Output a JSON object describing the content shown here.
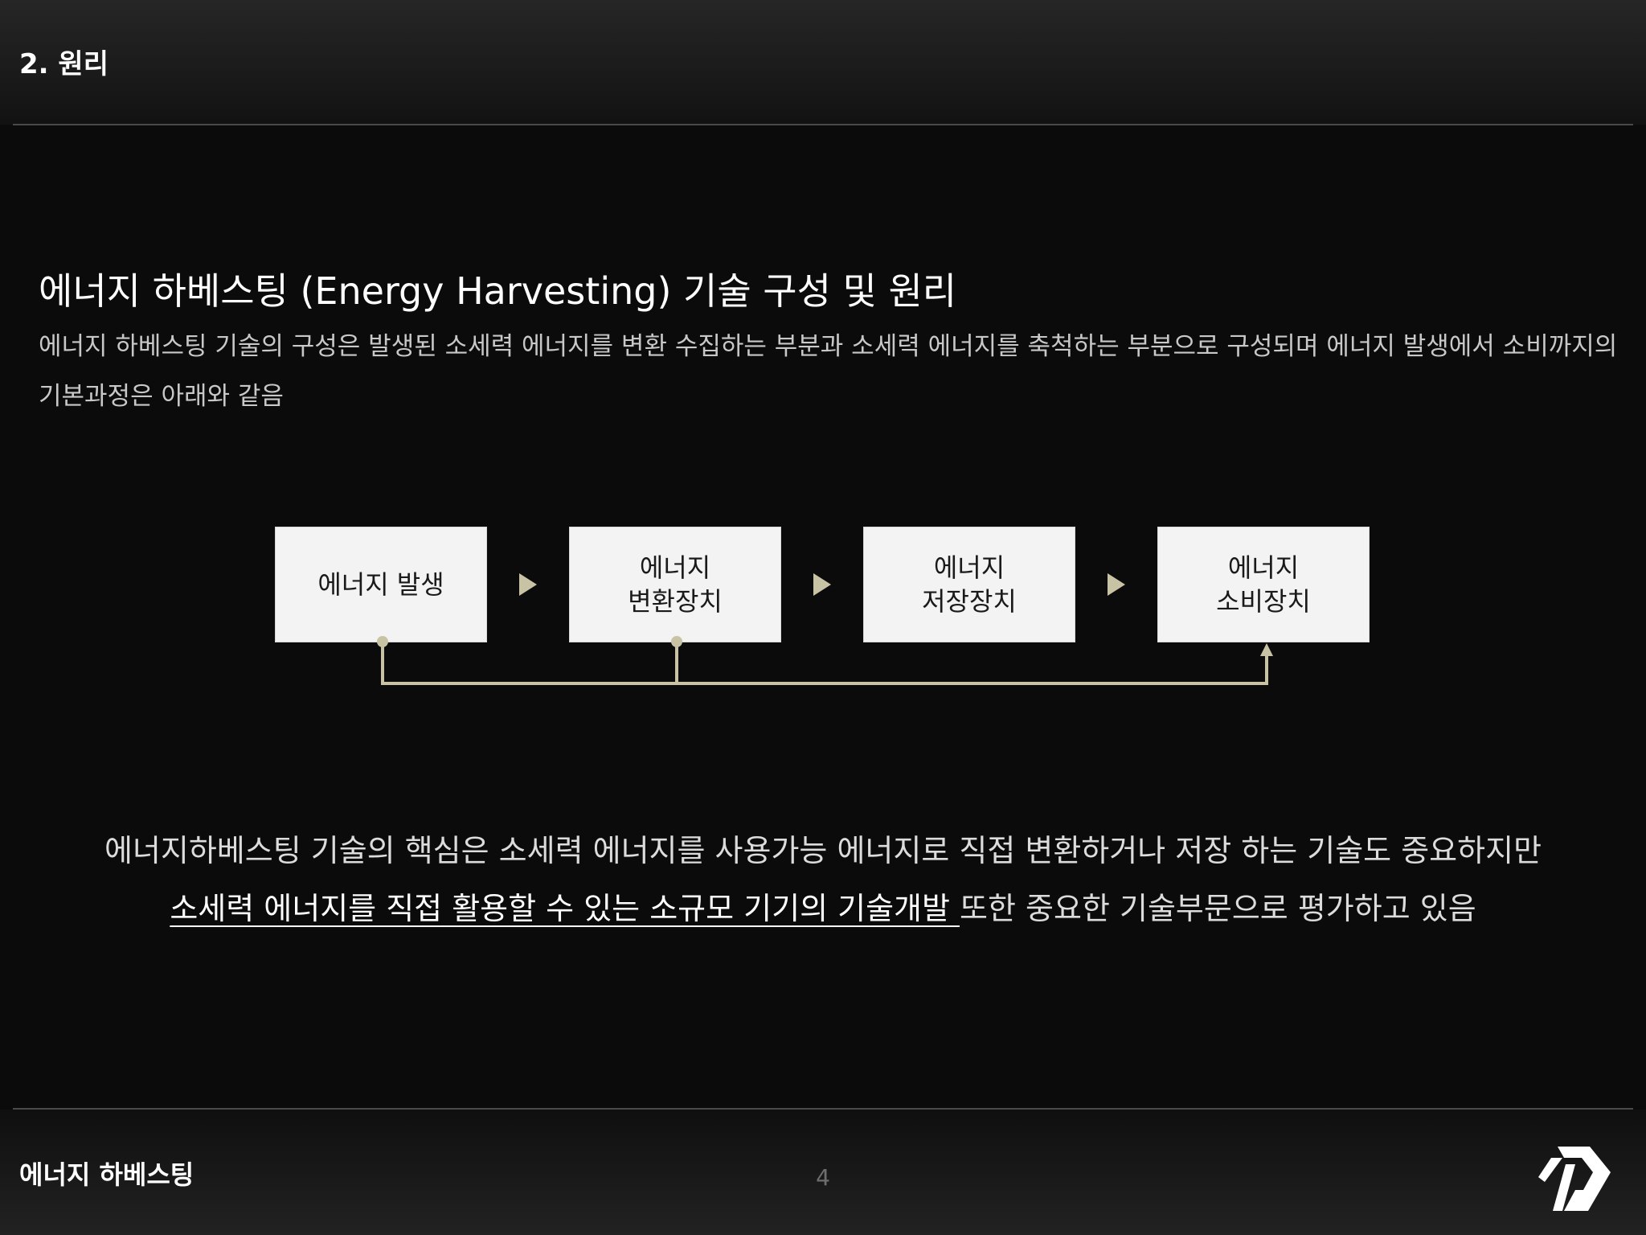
{
  "header": {
    "section_title": "2. 원리"
  },
  "content": {
    "heading": "에너지 하베스팅 (Energy Harvesting) 기술 구성 및 원리",
    "description": "에너지 하베스팅 기술의 구성은 발생된 소세력 에너지를 변환 수집하는 부분과 소세력 에너지를 축척하는 부분으로 구성되며 에너지 발생에서 소비까지의 기본과정은 아래와 같음"
  },
  "flow": {
    "steps": [
      {
        "line1": "에너지 발생",
        "line2": ""
      },
      {
        "line1": "에너지",
        "line2": "변환장치"
      },
      {
        "line1": "에너지",
        "line2": "저장장치"
      },
      {
        "line1": "에너지",
        "line2": "소비장치"
      }
    ],
    "arrow_icon": "triangle-right-icon",
    "connector_color": "#c9c3a6"
  },
  "note": {
    "line1": "에너지하베스팅 기술의 핵심은 소세력 에너지를 사용가능 에너지로 직접 변환하거나 저장 하는 기술도 중요하지만",
    "line2_emphasis": "소세력 에너지를 직접 활용할 수 있는 소규모 기기의 기술개발 ",
    "line2_rest": "또한 중요한 기술부문으로 평가하고 있음"
  },
  "footer": {
    "title": "에너지 하베스팅",
    "page_number": "4",
    "logo_icon": "brand-logo-icon"
  },
  "colors": {
    "background": "#0b0b0b",
    "box": "#f3f3f3",
    "accent": "#c9c3a6"
  }
}
